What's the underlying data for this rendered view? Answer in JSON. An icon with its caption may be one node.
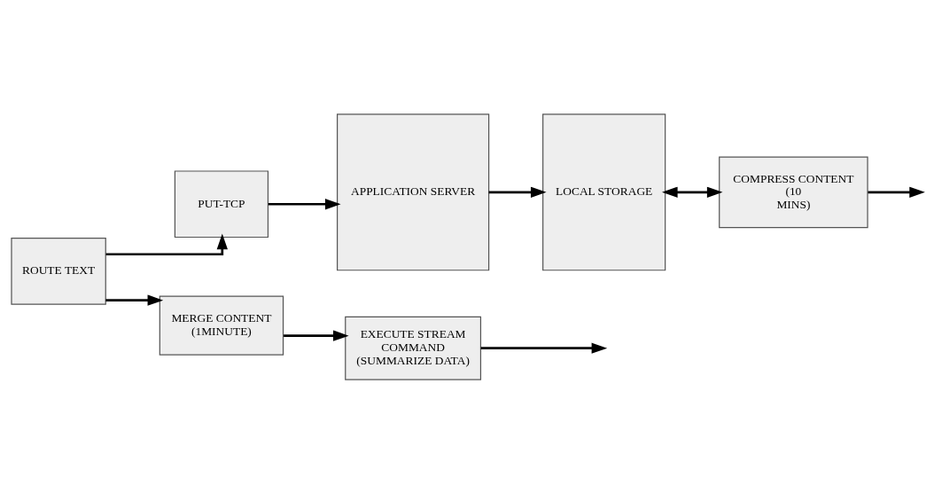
{
  "diagram": {
    "nodes": [
      {
        "text": [
          "ROUTE TEXT"
        ]
      },
      {
        "text": [
          "PUT-TCP"
        ]
      },
      {
        "text": [
          "APPLICATION SERVER"
        ]
      },
      {
        "text": [
          "LOCAL STORAGE"
        ]
      },
      {
        "text": [
          "COMPRESS CONTENT (10 MINS)"
        ]
      },
      {
        "text": [
          "MERGE CONTENT (1MINUTE)"
        ]
      },
      {
        "text": [
          "EXECUTE STREAM COMMAND (SUMMARIZE DATA)"
        ]
      }
    ],
    "edges": [
      {
        "from": 0,
        "to": 1,
        "arrow": "to"
      },
      {
        "from": 1,
        "to": 2,
        "arrow": "to"
      },
      {
        "from": 2,
        "to": 3,
        "arrow": "to"
      },
      {
        "from": 3,
        "to": 4,
        "arrow": "both"
      },
      {
        "from": 4,
        "to": null,
        "arrow": "to"
      },
      {
        "from": 0,
        "to": 5,
        "arrow": "to"
      },
      {
        "from": 5,
        "to": 6,
        "arrow": "to"
      },
      {
        "from": 6,
        "to": null,
        "arrow": "to"
      }
    ]
  }
}
